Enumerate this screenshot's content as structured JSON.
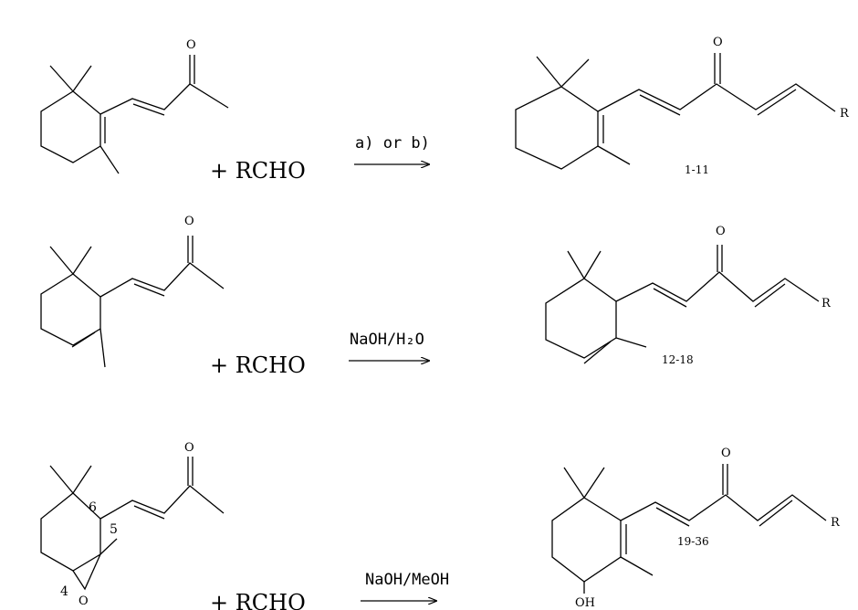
{
  "rows": [
    {
      "reactant": {
        "carbonyl_oxygen": "O"
      },
      "plus_reagent": "+ RCHO",
      "conditions": "a)  or b)",
      "product": {
        "carbonyl_oxygen": "O",
        "substituent": "R",
        "compound_range": "1-11"
      }
    },
    {
      "reactant": {
        "carbonyl_oxygen": "O"
      },
      "plus_reagent": "+ RCHO",
      "conditions": "NaOH/H₂O",
      "product": {
        "carbonyl_oxygen": "O",
        "substituent": "R",
        "compound_range": "12-18"
      }
    },
    {
      "reactant": {
        "carbonyl_oxygen": "O",
        "epoxide_oxygen": "O",
        "locants": [
          "6",
          "5",
          "4"
        ]
      },
      "plus_reagent": "+ RCHO",
      "conditions": "NaOH/MeOH",
      "product": {
        "carbonyl_oxygen": "O",
        "substituent": "R",
        "hydroxyl": "OH",
        "compound_range": "19-36"
      }
    }
  ]
}
